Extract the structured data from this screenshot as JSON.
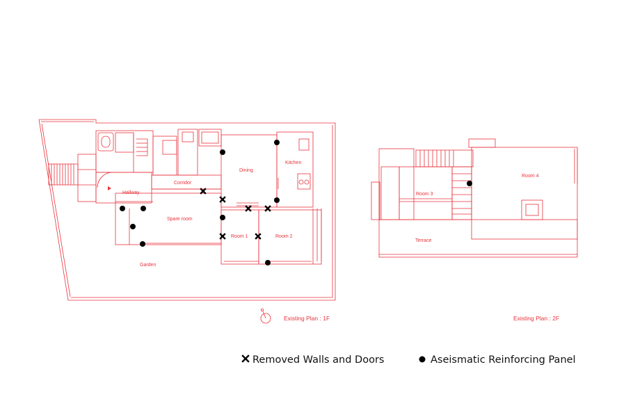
{
  "colors": {
    "plan_line": "#e8323c",
    "marker": "#000000",
    "background": "#ffffff"
  },
  "plan_1f": {
    "caption": "Existing Plan : 1F",
    "rooms": {
      "hallway": "Hallway",
      "corridor": "Corridor",
      "dining": "Dining",
      "kitchen": "Kitchen",
      "spare_room": "Spare room",
      "room1": "Room 1",
      "room2": "Room 2",
      "garden": "Garden"
    }
  },
  "plan_2f": {
    "caption": "Existing Plan : 2F",
    "rooms": {
      "room3": "Room 3",
      "room4": "Room 4",
      "terrace": "Terrace"
    }
  },
  "legend": {
    "removed_label": "Removed Walls and Doors",
    "panel_label": "Aseismatic Reinforcing Panel",
    "removed_icon": "cross-icon",
    "panel_icon": "filled-circle-icon"
  }
}
